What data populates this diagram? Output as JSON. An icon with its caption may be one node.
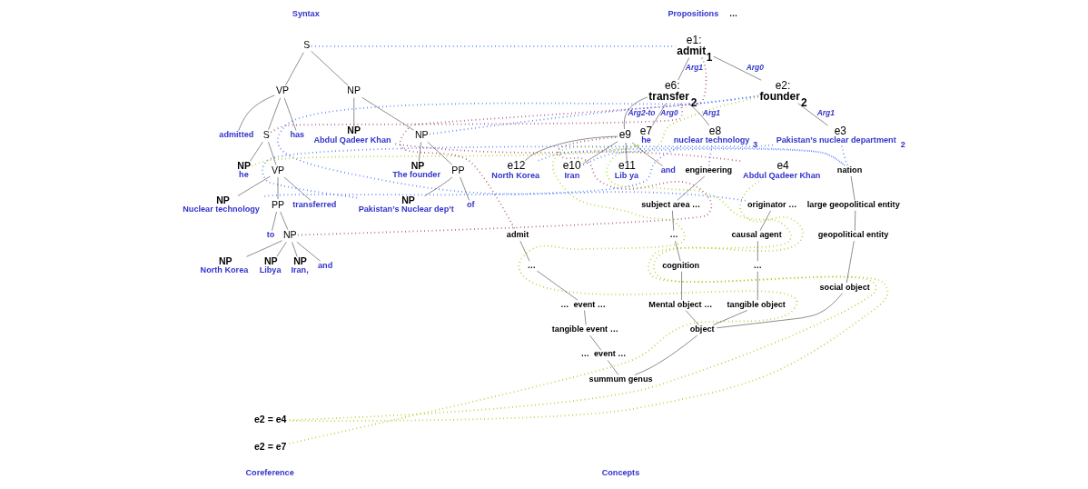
{
  "diagram": {
    "nodes": [
      {
        "text": [
          "S"
        ]
      },
      {
        "text": [
          "NP"
        ]
      },
      {
        "text": [
          "VP"
        ]
      },
      {
        "text": [
          "NP"
        ]
      },
      {
        "text": [
          "PP"
        ]
      },
      {
        "text": [
          "NP",
          "The founder"
        ]
      },
      {
        "text": [
          "of"
        ]
      },
      {
        "text": [
          "NP",
          "Pakistan’s Nuclear dep’t"
        ]
      },
      {
        "text": [
          "NP",
          "Abdul Qadeer Khan"
        ]
      },
      {
        "text": [
          "has"
        ]
      },
      {
        "text": [
          "admitted"
        ]
      },
      {
        "text": [
          "S"
        ]
      },
      {
        "text": [
          "VP"
        ]
      },
      {
        "text": [
          "NP",
          "he"
        ]
      },
      {
        "text": [
          "transferred"
        ]
      },
      {
        "text": [
          "NP",
          "Nuclear technology"
        ]
      },
      {
        "text": [
          "PP"
        ]
      },
      {
        "text": [
          "to"
        ]
      },
      {
        "text": [
          "NP"
        ]
      },
      {
        "text": [
          "NP",
          "Iran,"
        ]
      },
      {
        "text": [
          "NP",
          "Libya"
        ]
      },
      {
        "text": [
          "and"
        ]
      },
      {
        "text": [
          "NP",
          "North Korea"
        ]
      },
      {
        "text": [
          "e1:",
          "admit$_{1}$"
        ]
      },
      {
        "text": [
          "e2:",
          "founder$_{2}$"
        ]
      },
      {
        "text": [
          "e6:",
          "transfer$_{2}$"
        ]
      },
      {
        "text": [
          "e3",
          "Pakistan’s nuclear department$_{2}$"
        ]
      },
      {
        "text": [
          "e4",
          "Abdul Qadeer Khan"
        ]
      },
      {
        "text": [
          "e7",
          "he"
        ]
      },
      {
        "text": [
          "e8",
          "nuclear technology$_{3}$"
        ]
      },
      {
        "text": [
          "e9"
        ]
      },
      {
        "text": [
          "e10",
          "Iran"
        ]
      },
      {
        "text": [
          "e11",
          "Lib ya"
        ]
      },
      {
        "text": [
          "and"
        ]
      },
      {
        "text": [
          "e12",
          "North Korea"
        ]
      },
      {
        "text": [
          "nation"
        ]
      },
      {
        "text": [
          "large geopolitical entity"
        ]
      },
      {
        "text": [
          "geopolitical entity"
        ]
      },
      {
        "text": [
          "social object"
        ]
      },
      {
        "text": [
          "originator …"
        ]
      },
      {
        "text": [
          "causal agent"
        ]
      },
      {
        "text": [
          "…"
        ]
      },
      {
        "text": [
          "…"
        ]
      },
      {
        "text": [
          "tangible object"
        ]
      },
      {
        "text": [
          "engineering"
        ]
      },
      {
        "text": [
          "subject area …"
        ]
      },
      {
        "text": [
          "…"
        ]
      },
      {
        "text": [
          "cognition"
        ]
      },
      {
        "text": [
          "Mental object …"
        ]
      },
      {
        "text": [
          "admit"
        ]
      },
      {
        "text": [
          "…"
        ]
      },
      {
        "text": [
          "…  event …"
        ]
      },
      {
        "text": [
          "tangible event …"
        ]
      },
      {
        "text": [
          "object"
        ]
      },
      {
        "text": [
          "…  event …"
        ]
      },
      {
        "text": [
          "summum genus"
        ]
      },
      {
        "text": [
          "e2 = e4"
        ]
      },
      {
        "text": [
          "e2 = e7"
        ]
      }
    ],
    "edges": [
      {
        "from": 0,
        "to": 1,
        "arrow": "none"
      },
      {
        "from": 0,
        "to": 2,
        "arrow": "none"
      },
      {
        "from": 1,
        "to": 3,
        "arrow": "none"
      },
      {
        "from": 1,
        "to": 8,
        "arrow": "none"
      },
      {
        "from": 3,
        "to": 5,
        "arrow": "none"
      },
      {
        "from": 3,
        "to": 4,
        "arrow": "none"
      },
      {
        "from": 4,
        "to": 6,
        "arrow": "none"
      },
      {
        "from": 4,
        "to": 7,
        "arrow": "none"
      },
      {
        "from": 2,
        "to": 9,
        "arrow": "none"
      },
      {
        "from": 2,
        "to": 10,
        "arrow": "none"
      },
      {
        "from": 2,
        "to": 11,
        "arrow": "none"
      },
      {
        "from": 11,
        "to": 13,
        "arrow": "none"
      },
      {
        "from": 11,
        "to": 12,
        "arrow": "none"
      },
      {
        "from": 12,
        "to": 14,
        "arrow": "none"
      },
      {
        "from": 12,
        "to": 15,
        "arrow": "none"
      },
      {
        "from": 12,
        "to": 16,
        "arrow": "none"
      },
      {
        "from": 16,
        "to": 17,
        "arrow": "none"
      },
      {
        "from": 16,
        "to": 18,
        "arrow": "none"
      },
      {
        "from": 18,
        "to": 19,
        "arrow": "none"
      },
      {
        "from": 18,
        "to": 20,
        "arrow": "none"
      },
      {
        "from": 18,
        "to": 21,
        "arrow": "none"
      },
      {
        "from": 18,
        "to": 22,
        "arrow": "none"
      },
      {
        "from": 23,
        "to": 24,
        "arrow": "none",
        "label": "Arg0"
      },
      {
        "from": 23,
        "to": 25,
        "arrow": "none",
        "label": "Arg1"
      },
      {
        "from": 24,
        "to": 26,
        "arrow": "none",
        "label": "Arg1"
      },
      {
        "from": 25,
        "to": 28,
        "arrow": "none",
        "label": "Arg0"
      },
      {
        "from": 25,
        "to": 29,
        "arrow": "none",
        "label": "Arg1"
      },
      {
        "from": 25,
        "to": 30,
        "arrow": "none",
        "label": "Arg2-to"
      },
      {
        "from": 30,
        "to": 31,
        "arrow": "none"
      },
      {
        "from": 30,
        "to": 32,
        "arrow": "none"
      },
      {
        "from": 30,
        "to": 33,
        "arrow": "none"
      },
      {
        "from": 30,
        "to": 34,
        "arrow": "none"
      },
      {
        "from": 35,
        "to": 36,
        "arrow": "none"
      },
      {
        "from": 36,
        "to": 37,
        "arrow": "none"
      },
      {
        "from": 37,
        "to": 38,
        "arrow": "none"
      },
      {
        "from": 38,
        "to": 53,
        "arrow": "none"
      },
      {
        "from": 39,
        "to": 40,
        "arrow": "none"
      },
      {
        "from": 40,
        "to": 41,
        "arrow": "none"
      },
      {
        "from": 41,
        "to": 43,
        "arrow": "none"
      },
      {
        "from": 43,
        "to": 53,
        "arrow": "none"
      },
      {
        "from": 44,
        "to": 45,
        "arrow": "none"
      },
      {
        "from": 45,
        "to": 46,
        "arrow": "none"
      },
      {
        "from": 46,
        "to": 47,
        "arrow": "none"
      },
      {
        "from": 47,
        "to": 48,
        "arrow": "none"
      },
      {
        "from": 48,
        "to": 53,
        "arrow": "none"
      },
      {
        "from": 49,
        "to": 50,
        "arrow": "none"
      },
      {
        "from": 50,
        "to": 51,
        "arrow": "none"
      },
      {
        "from": 51,
        "to": 52,
        "arrow": "none"
      },
      {
        "from": 52,
        "to": 54,
        "arrow": "none"
      },
      {
        "from": 53,
        "to": 55,
        "arrow": "none"
      },
      {
        "from": 54,
        "to": 55,
        "arrow": "none"
      },
      {
        "from": 0,
        "to": 23,
        "arrow": "none",
        "style": "dashed",
        "color": "#3366ff"
      },
      {
        "from": 3,
        "to": 24,
        "arrow": "none",
        "style": "dashed",
        "color": "#3366ff"
      },
      {
        "from": 7,
        "to": 26,
        "arrow": "none",
        "style": "dashed",
        "color": "#3366ff"
      },
      {
        "from": 15,
        "to": 29,
        "arrow": "none",
        "style": "dashed",
        "color": "#3366ff"
      },
      {
        "from": 11,
        "to": 25,
        "arrow": "none",
        "style": "dashed",
        "color": "#993366"
      },
      {
        "from": 8,
        "to": 27,
        "arrow": "none",
        "style": "dashed",
        "color": "#993366"
      },
      {
        "from": 18,
        "to": 30,
        "arrow": "none",
        "style": "dashed",
        "color": "#993366"
      },
      {
        "from": 13,
        "to": 28,
        "arrow": "none",
        "style": "dashed",
        "color": "#99cc00"
      },
      {
        "from": 23,
        "to": 49,
        "arrow": "none",
        "style": "dashed",
        "color": "#993366"
      },
      {
        "from": 24,
        "to": 39,
        "arrow": "none",
        "style": "dashed",
        "color": "#3366ff"
      },
      {
        "from": 26,
        "to": 35,
        "arrow": "none",
        "style": "dashed",
        "color": "#3366ff"
      },
      {
        "from": 29,
        "to": 44,
        "arrow": "none",
        "style": "dashed",
        "color": "#3366ff"
      },
      {
        "from": 31,
        "to": 35,
        "arrow": "none",
        "style": "dashed",
        "color": "#3366ff"
      },
      {
        "from": 34,
        "to": 35,
        "arrow": "none",
        "style": "dashed",
        "color": "#3366ff"
      },
      {
        "from": 24,
        "to": 56,
        "arrow": "none",
        "style": "dashed",
        "color": "#99cc00"
      },
      {
        "from": 27,
        "to": 56,
        "arrow": "none",
        "style": "dashed",
        "color": "#99cc00"
      },
      {
        "from": 28,
        "to": 57,
        "arrow": "none",
        "style": "dashed",
        "color": "#99cc00"
      }
    ],
    "labels": [
      "Syntax",
      "Propositions",
      "Coreference",
      "Concepts"
    ]
  }
}
